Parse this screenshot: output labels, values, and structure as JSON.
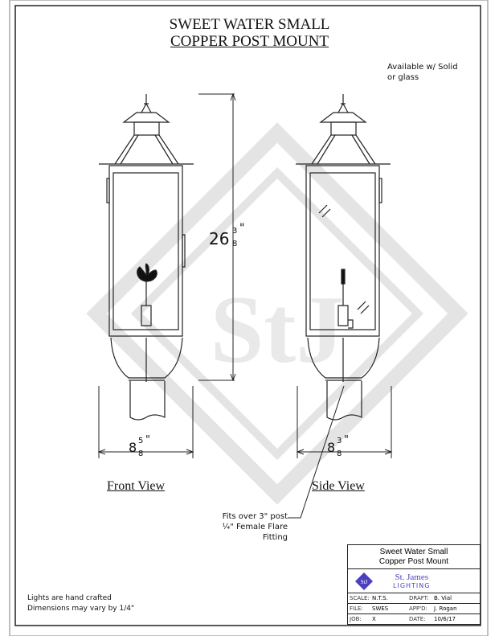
{
  "title": {
    "line1": "SWEET WATER SMALL",
    "line2": "COPPER POST MOUNT"
  },
  "availability_note": {
    "line1": "Available w/ Solid",
    "line2": "or glass"
  },
  "dimensions": {
    "height": {
      "whole": "26",
      "num": "3",
      "den": "8",
      "unit": "\""
    },
    "front_width": {
      "whole": "8",
      "num": "5",
      "den": "8",
      "unit": "\""
    },
    "side_width": {
      "whole": "8",
      "num": "3",
      "den": "8",
      "unit": "\""
    }
  },
  "views": {
    "front": "Front View",
    "side": "Side View"
  },
  "callout": {
    "line1": "Fits over 3\" post",
    "line2": "¼\" Female Flare",
    "line3": "Fitting"
  },
  "footer_notes": {
    "line1": "Lights are hand crafted",
    "line2": "Dimensions may vary by 1/4\""
  },
  "watermark": "StJ",
  "title_block": {
    "name_line1": "Sweet Water Small",
    "name_line2": "Copper Post Mount",
    "company_line1": "St. James",
    "company_line2": "LIGHTING",
    "logo_text": "StJ",
    "fields": [
      {
        "label": "SCALE:",
        "value": "N.T.S.",
        "label2": "DRAFT:",
        "value2": "B. Vial"
      },
      {
        "label": "FILE:",
        "value": "SWES",
        "label2": "APP'D:",
        "value2": "J. Rogan"
      },
      {
        "label": "JOB:",
        "value": "X",
        "label2": "DATE:",
        "value2": "10/6/17"
      }
    ]
  },
  "colors": {
    "logo": "#4b3fc0",
    "watermark": "#e4e4e4"
  }
}
